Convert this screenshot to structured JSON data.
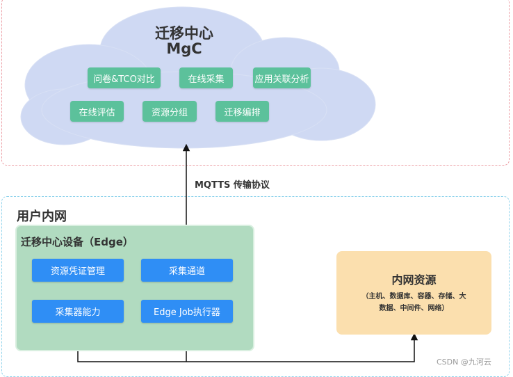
{
  "cloud": {
    "title": "迁移中心",
    "subtitle": "MgC",
    "features": [
      "问卷&TCO对比",
      "在线采集",
      "应用关联分析",
      "在线评估",
      "资源分组",
      "迁移编排"
    ]
  },
  "protocol_label": "MQTTS 传输协议",
  "user_network": {
    "title": "用户内网",
    "edge": {
      "title": "迁移中心设备（Edge）",
      "modules": [
        "资源凭证管理",
        "采集通道",
        "采集器能力",
        "Edge Job执行器"
      ]
    },
    "resources": {
      "title": "内网资源",
      "detail_line1": "（主机、数据库、容器、存储、大",
      "detail_line2": "数据、中间件、网络）"
    }
  },
  "watermark": "CSDN @九河云",
  "colors": {
    "cloud_fill": "#cfd9f3",
    "feature_green": "#5cc19b",
    "edge_green": "#b1dbc0",
    "module_blue": "#2f8ef5",
    "resource_orange": "#fbdfae",
    "cloud_border": "#ec9da4",
    "user_border": "#8fd3ec"
  }
}
